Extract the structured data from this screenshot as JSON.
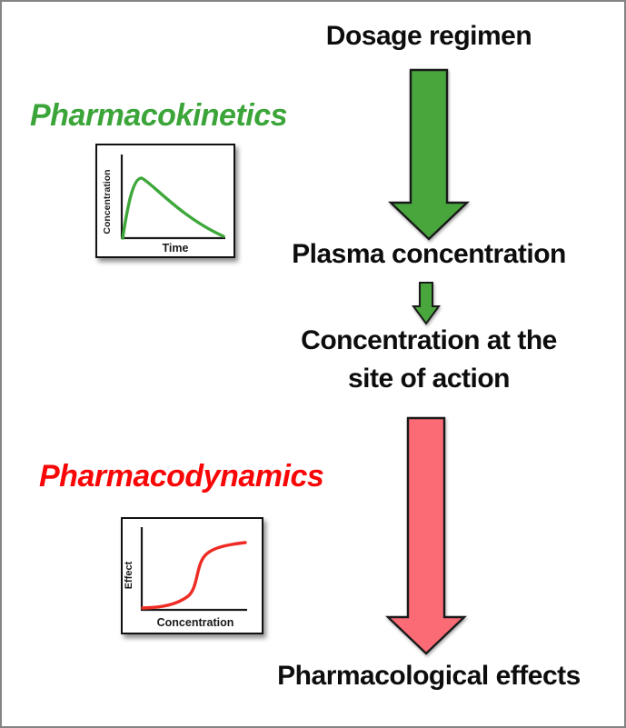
{
  "flow": {
    "dosage_regimen": "Dosage regimen",
    "plasma_concentration": "Plasma concentration",
    "concentration_site_line1": "Concentration at the",
    "concentration_site_line2": "site of action",
    "pharmacological_effects": "Pharmacological effects"
  },
  "section_labels": {
    "pharmacokinetics": "Pharmacokinetics",
    "pharmacodynamics": "Pharmacodynamics"
  },
  "colors": {
    "pk_label_green": "#3BA539",
    "green_arrow_fill": "#48A63C",
    "pd_label_red": "#F90606",
    "red_arrow_fill": "#FB6B76",
    "pk_curve_green": "#3FA83B",
    "pd_curve_red": "#EE2C24",
    "arrow_outline": "#1A1A1A",
    "page_border_gray": "#848484"
  },
  "chart_data": [
    {
      "type": "line",
      "name": "pharmacokinetics-mini-chart",
      "title": "",
      "xlabel": "Time",
      "ylabel": "Concentration",
      "axis_ticks": "none (unlabeled schematic axes)",
      "legend": "none",
      "series": [
        {
          "name": "plasma concentration vs time",
          "x": [
            0,
            0.05,
            0.1,
            0.15,
            0.2,
            0.3,
            0.4,
            0.5,
            0.6,
            0.7,
            0.8,
            0.9,
            1.0
          ],
          "y": [
            0,
            0.45,
            0.82,
            0.97,
            1.0,
            0.82,
            0.62,
            0.45,
            0.32,
            0.22,
            0.13,
            0.07,
            0.03
          ]
        }
      ]
    },
    {
      "type": "line",
      "name": "pharmacodynamics-mini-chart",
      "title": "",
      "xlabel": "Concentration",
      "ylabel": "Effect",
      "axis_ticks": "none (unlabeled schematic axes)",
      "legend": "none",
      "series": [
        {
          "name": "effect vs concentration (sigmoid)",
          "x": [
            0,
            0.1,
            0.2,
            0.3,
            0.4,
            0.5,
            0.55,
            0.6,
            0.7,
            0.8,
            0.9,
            1.0
          ],
          "y": [
            0.02,
            0.03,
            0.05,
            0.08,
            0.15,
            0.35,
            0.55,
            0.72,
            0.85,
            0.9,
            0.93,
            0.96
          ]
        }
      ]
    }
  ]
}
